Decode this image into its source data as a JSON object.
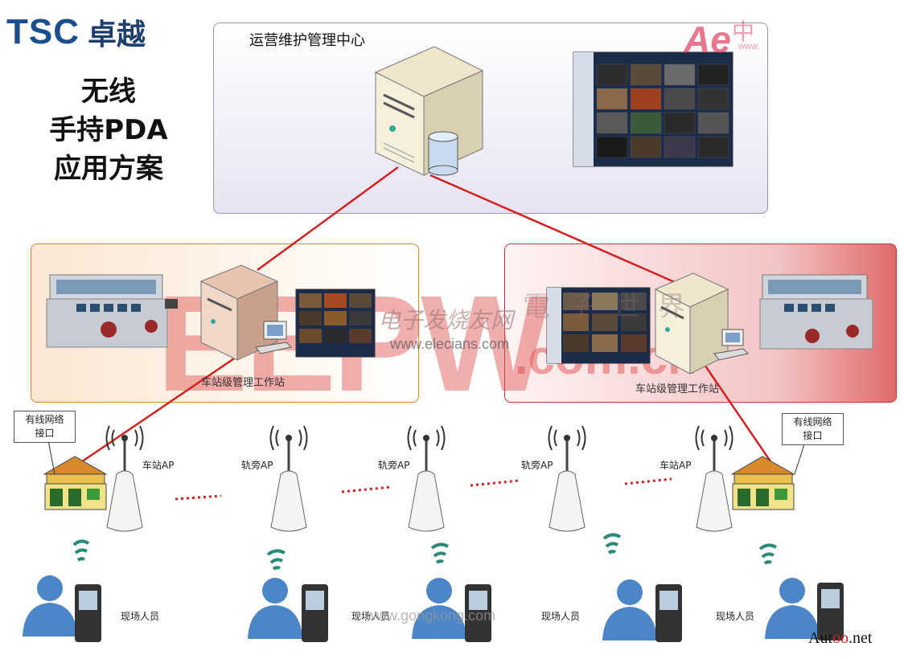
{
  "logo": {
    "brand": "TSC",
    "name": "卓越"
  },
  "title_lines": [
    "无线",
    "手持PDA",
    "应用方案"
  ],
  "ops_center": {
    "title": "运营维护管理中心"
  },
  "stations": [
    {
      "label": "车站级管理工作站"
    },
    {
      "label": "车站级管理工作站"
    }
  ],
  "wired_interface": {
    "line1": "有线网络",
    "line2": "接口"
  },
  "access_points": [
    {
      "label": "车站AP"
    },
    {
      "label": "轨旁AP"
    },
    {
      "label": "轨旁AP"
    },
    {
      "label": "轨旁AP"
    },
    {
      "label": "车站AP"
    }
  ],
  "field_staff_label": "现场人员",
  "watermarks": {
    "eleciars_cn": "电子发烧友网",
    "eleciars_url": "www.elecians.com",
    "world_cn": "電子世界",
    "eepw": "EEPW",
    "com": ".com.cn",
    "ae": "Ae",
    "ae_cn": "中",
    "ae_url": "www.",
    "bottom_url": "www.gongkong.com",
    "autooo_a": "Aut",
    "autooo_b": "oo",
    "autooo_c": ".net"
  },
  "colors": {
    "link_red": "#d42020",
    "person_blue": "#4a86c8",
    "brand_blue": "#1a4e8c"
  }
}
